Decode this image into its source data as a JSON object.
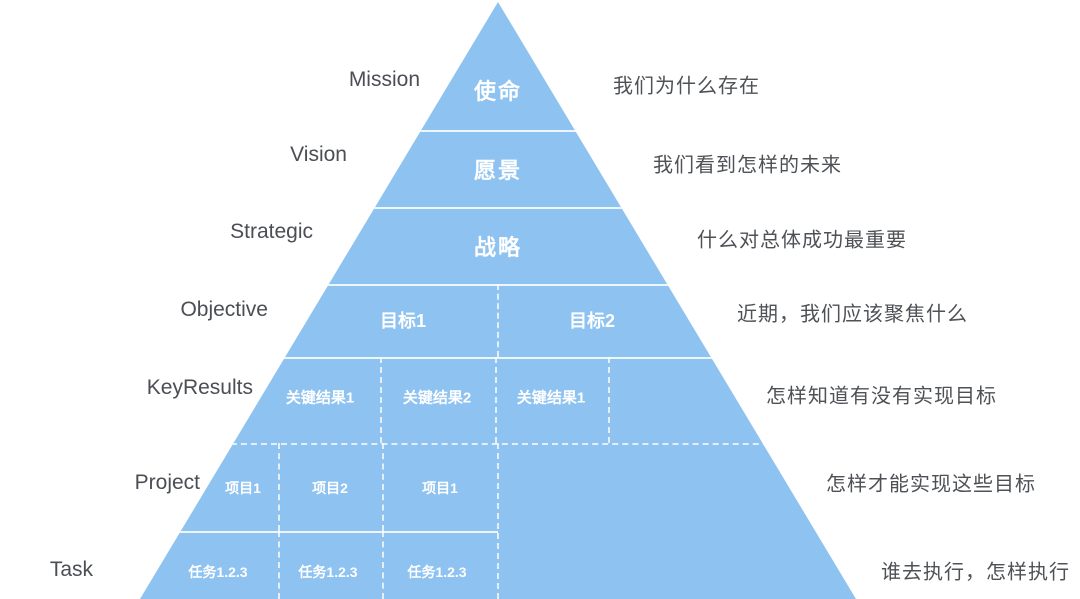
{
  "diagram": {
    "type": "pyramid",
    "topic": "OKR hierarchy pyramid",
    "colors": {
      "pyramid_fill": "#8EC2F0",
      "divider_white": "#FFFFFF",
      "side_label_gray": "#4B4E54",
      "cell_text_white": "#FFFFFF"
    },
    "rows": [
      {
        "id": "mission",
        "en": "Mission",
        "cells": [
          "使命"
        ],
        "annotation": "我们为什么存在"
      },
      {
        "id": "vision",
        "en": "Vision",
        "cells": [
          "愿景"
        ],
        "annotation": "我们看到怎样的未来"
      },
      {
        "id": "strategic",
        "en": "Strategic",
        "cells": [
          "战略"
        ],
        "annotation": "什么对总体成功最重要"
      },
      {
        "id": "objective",
        "en": "Objective",
        "cells": [
          "目标1",
          "目标2"
        ],
        "annotation": "近期，我们应该聚焦什么"
      },
      {
        "id": "keyresults",
        "en": "KeyResults",
        "cells": [
          "关键结果1",
          "关键结果2",
          "关键结果1"
        ],
        "annotation": "怎样知道有没有实现目标"
      },
      {
        "id": "project",
        "en": "Project",
        "cells": [
          "项目1",
          "项目2",
          "项目1"
        ],
        "annotation": "怎样才能实现这些目标"
      },
      {
        "id": "task",
        "en": "Task",
        "cells": [
          "任务1.2.3",
          "任务1.2.3",
          "任务1.2.3"
        ],
        "annotation": "谁去执行，怎样执行"
      }
    ]
  }
}
